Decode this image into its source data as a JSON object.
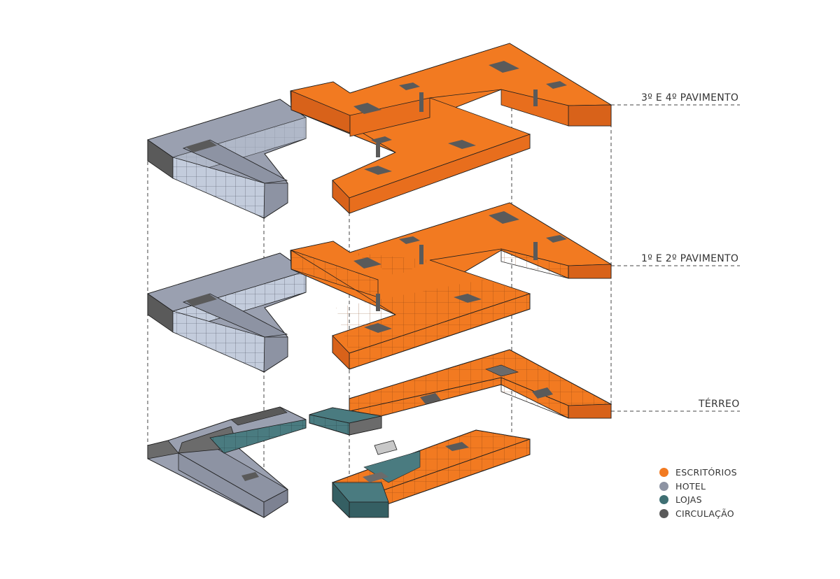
{
  "levels": {
    "upper": "3º E 4º PAVIMENTO",
    "middle": "1º E 2º PAVIMENTO",
    "ground": "TÉRREO"
  },
  "legend": [
    {
      "label": "ESCRITÓRIOS",
      "color": "#f27a21"
    },
    {
      "label": "HOTEL",
      "color": "#8d93a3"
    },
    {
      "label": "LOJAS",
      "color": "#3f6f73"
    },
    {
      "label": "CIRCULAÇÃO",
      "color": "#5a5a5a"
    }
  ],
  "colors": {
    "office_top": "#f27a21",
    "office_side": "#d8621a",
    "office_front": "#e86e1d",
    "hotel_top": "#9aa0b0",
    "hotel_light": "#c3ccdc",
    "hotel_side": "#8d93a3",
    "shop_top": "#4a7b80",
    "shop_side": "#355f63",
    "circ_top": "#6b6b6b",
    "circ_side": "#4f4f4f",
    "outline": "#1e1e1e",
    "dash": "#444444"
  }
}
